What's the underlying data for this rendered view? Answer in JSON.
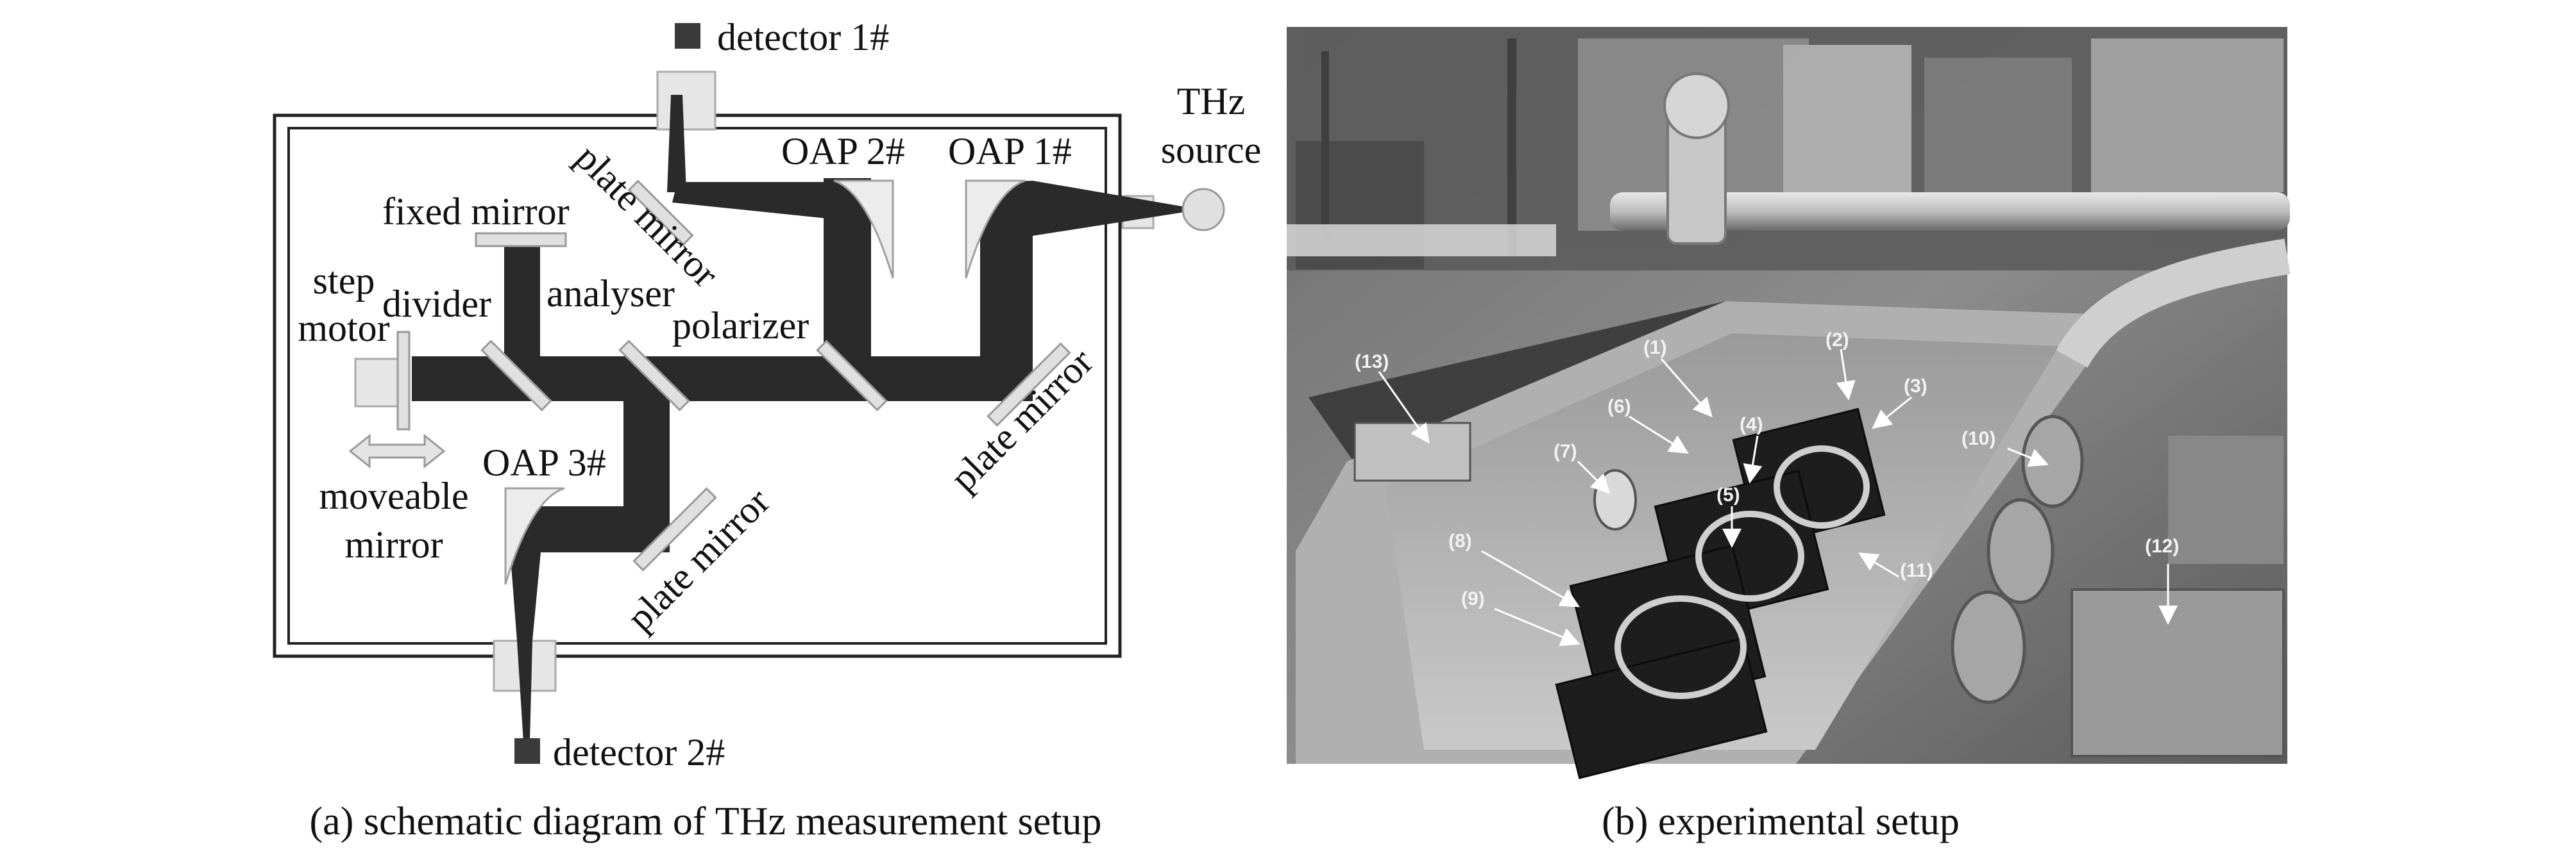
{
  "panel_a": {
    "labels": {
      "detector1": "detector 1#",
      "detector2": "detector 2#",
      "thz_source": [
        "THz",
        "source"
      ],
      "oap2": "OAP 2#",
      "oap1": "OAP 1#",
      "oap3": "OAP 3#",
      "plate_mirror_top": "plate mirror",
      "plate_mirror_right": "plate mirror",
      "plate_mirror_bottom": "plate mirror",
      "fixed_mirror": "fixed mirror",
      "step_motor": [
        "step",
        "motor"
      ],
      "divider": "divider",
      "analyser": "analyser",
      "polarizer": "polarizer",
      "moveable_mirror": [
        "moveable",
        "mirror"
      ]
    },
    "caption": "(a) schematic diagram of THz measurement setup"
  },
  "panel_b": {
    "callouts": [
      "(1)",
      "(2)",
      "(3)",
      "(4)",
      "(5)",
      "(6)",
      "(7)",
      "(8)",
      "(9)",
      "(10)",
      "(11)",
      "(12)",
      "(13)"
    ],
    "caption": "(b) experimental setup"
  }
}
